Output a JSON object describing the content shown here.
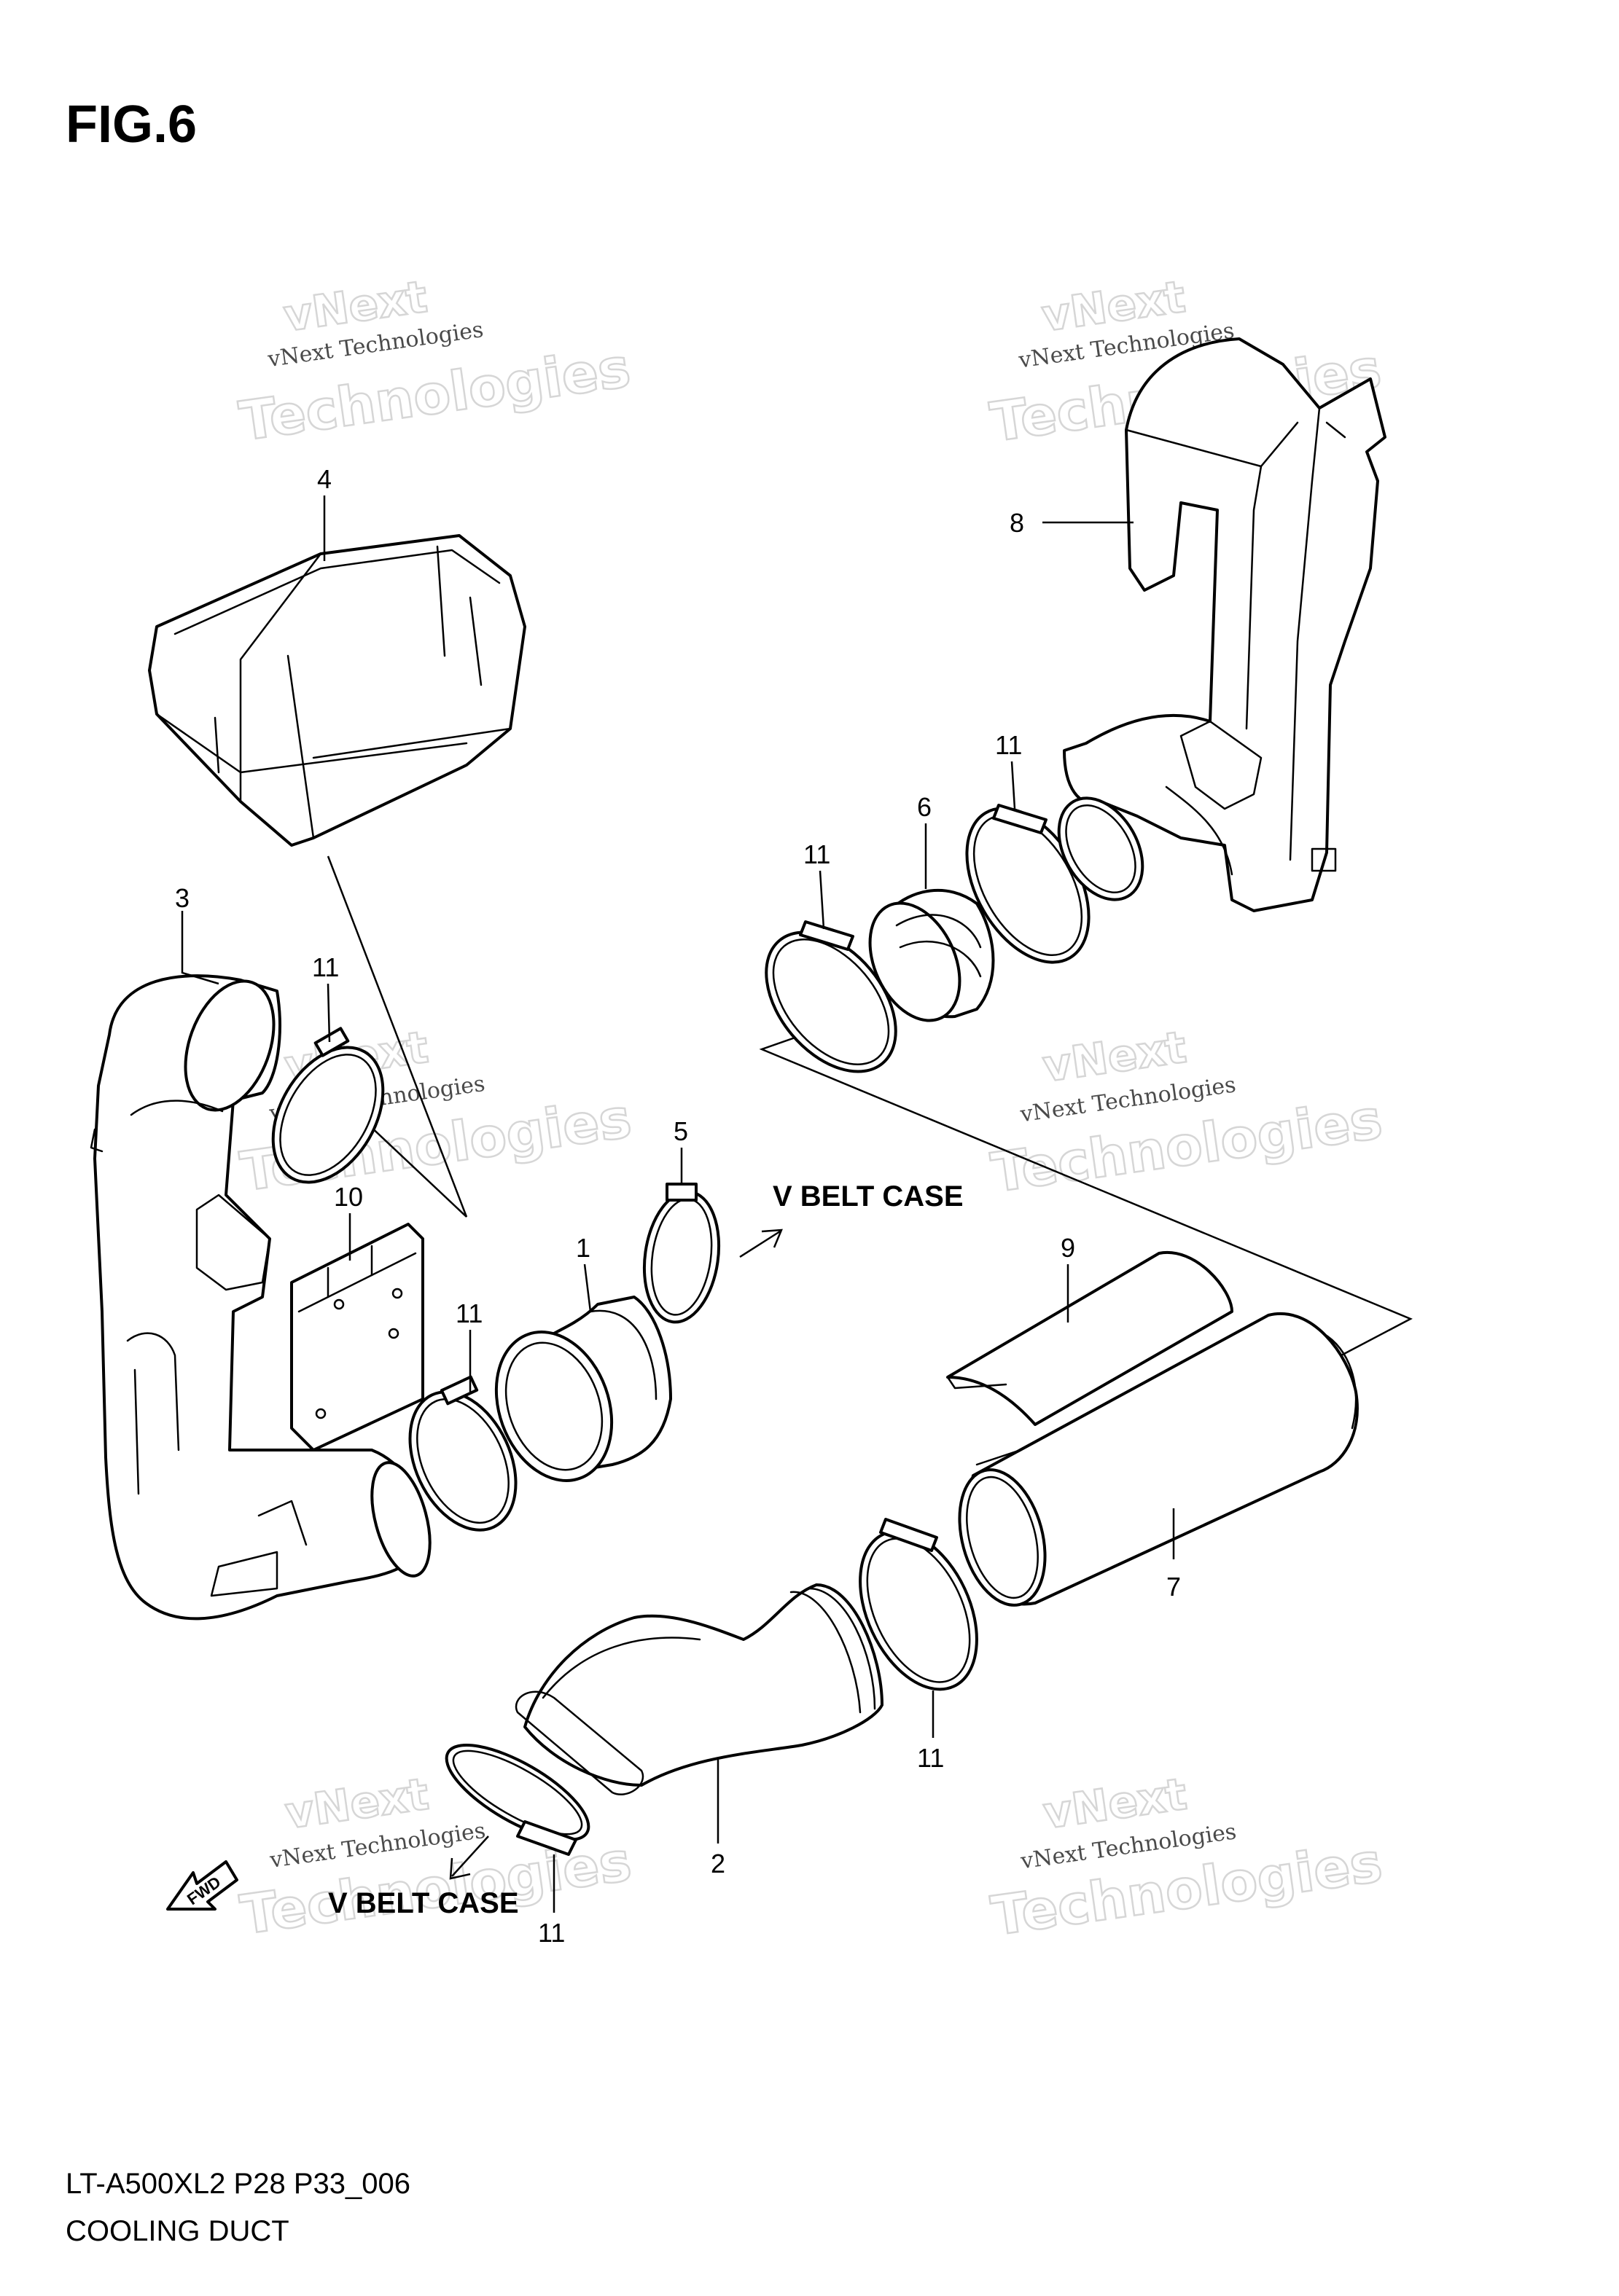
{
  "figure": {
    "title": "FIG.6",
    "model_code": "LT-A500XL2 P28 P33_006",
    "caption": "COOLING DUCT"
  },
  "annotations": {
    "v_belt_case_upper": "V BELT CASE",
    "v_belt_case_lower": "V BELT CASE",
    "fwd_label": "FWD"
  },
  "watermark": {
    "brand": "vNext",
    "line_small": "vNext Technologies",
    "line_large": "Technologies"
  },
  "callouts": [
    {
      "id": "c1",
      "number": "1"
    },
    {
      "id": "c2",
      "number": "2"
    },
    {
      "id": "c3",
      "number": "3"
    },
    {
      "id": "c4",
      "number": "4"
    },
    {
      "id": "c5",
      "number": "5"
    },
    {
      "id": "c6",
      "number": "6"
    },
    {
      "id": "c7",
      "number": "7"
    },
    {
      "id": "c8",
      "number": "8"
    },
    {
      "id": "c9",
      "number": "9"
    },
    {
      "id": "c10",
      "number": "10"
    },
    {
      "id": "c11a",
      "number": "11"
    },
    {
      "id": "c11b",
      "number": "11"
    },
    {
      "id": "c11c",
      "number": "11"
    },
    {
      "id": "c11d",
      "number": "11"
    },
    {
      "id": "c11e",
      "number": "11"
    },
    {
      "id": "c11f",
      "number": "11"
    }
  ]
}
